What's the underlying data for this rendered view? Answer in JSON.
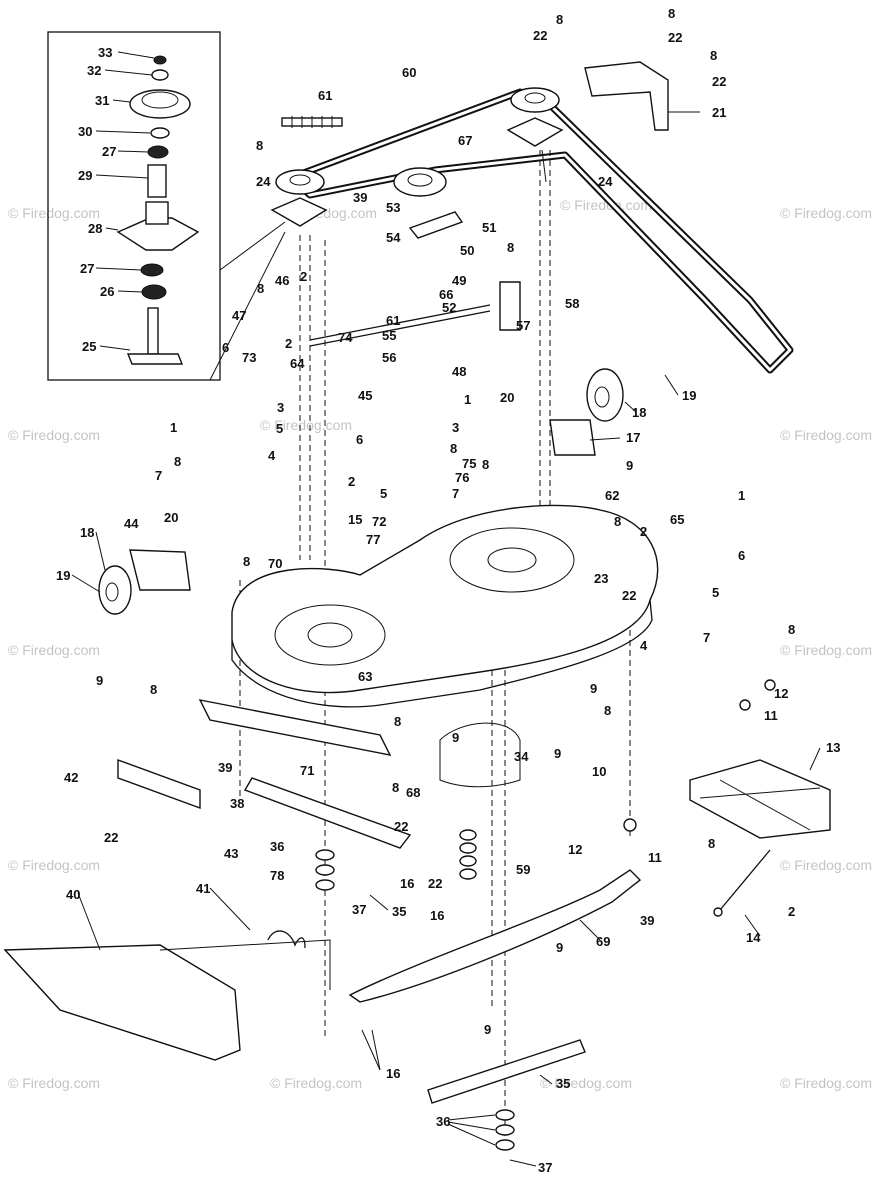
{
  "watermark": {
    "text": "© Firedog.com"
  },
  "callouts": {
    "c33": "33",
    "c32": "32",
    "c31": "31",
    "c30": "30",
    "c27a": "27",
    "c29": "29",
    "c28": "28",
    "c27b": "27",
    "c26": "26",
    "c25": "25",
    "c61a": "61",
    "c8a": "8",
    "c24a": "24",
    "c60": "60",
    "c67": "67",
    "c8b": "8",
    "c22a": "22",
    "c8c": "8",
    "c22b": "22",
    "c8d": "8",
    "c22c": "22",
    "c21": "21",
    "c24b": "24",
    "c39a": "39",
    "c53": "53",
    "c51": "51",
    "c54": "54",
    "c50": "50",
    "c8e": "8",
    "c49": "49",
    "c66": "66",
    "c58": "58",
    "c46": "46",
    "c8f": "8",
    "c2a": "2",
    "c47": "47",
    "c61b": "61",
    "c52": "52",
    "c57": "57",
    "c74": "74",
    "c55": "55",
    "c6a": "6",
    "c2b": "2",
    "c73": "73",
    "c64": "64",
    "c56": "56",
    "c48": "48",
    "c3a": "3",
    "c1a": "1",
    "c45": "45",
    "c5a": "5",
    "c18a": "18",
    "c19a": "19",
    "c20a": "20",
    "c1b": "1",
    "c6b": "6",
    "c3b": "3",
    "c17": "17",
    "c4a": "4",
    "c8g": "8",
    "c7a": "7",
    "c8h": "8",
    "c75": "75",
    "c76": "76",
    "c2c": "2",
    "c5b": "5",
    "c7b": "7",
    "c8i": "8",
    "c9a": "9",
    "c62": "62",
    "c1c": "1",
    "c72": "72",
    "c77": "77",
    "c15": "15",
    "c44": "44",
    "c20b": "20",
    "c18b": "18",
    "c8j": "8",
    "c70": "70",
    "c8k": "8",
    "c2d": "2",
    "c65": "65",
    "c6c": "6",
    "c19b": "19",
    "c23": "23",
    "c22d": "22",
    "c5c": "5",
    "c4b": "4",
    "c9b": "9",
    "c7c": "7",
    "c8l": "8",
    "c8m": "8",
    "c63": "63",
    "c9c": "9",
    "c12a": "12",
    "c11a": "11",
    "c8n": "8",
    "c13": "13",
    "c8o": "8",
    "c9d": "9",
    "c34": "34",
    "c9e": "9",
    "c10": "10",
    "c42": "42",
    "c22e": "22",
    "c39b": "39",
    "c38": "38",
    "c71": "71",
    "c8p": "8",
    "c68": "68",
    "c8q": "8",
    "c12b": "12",
    "c11b": "11",
    "c43": "43",
    "c36a": "36",
    "c78": "78",
    "c22f": "22",
    "c16a": "16",
    "c22g": "22",
    "c59": "59",
    "c8r": "8",
    "c2e": "2",
    "c37a": "37",
    "c35a": "35",
    "c16b": "16",
    "c39c": "39",
    "c14": "14",
    "c40": "40",
    "c41": "41",
    "c69": "69",
    "c9f": "9",
    "c9g": "9",
    "c16c": "16",
    "c35b": "35",
    "c36b": "36",
    "c37b": "37"
  }
}
